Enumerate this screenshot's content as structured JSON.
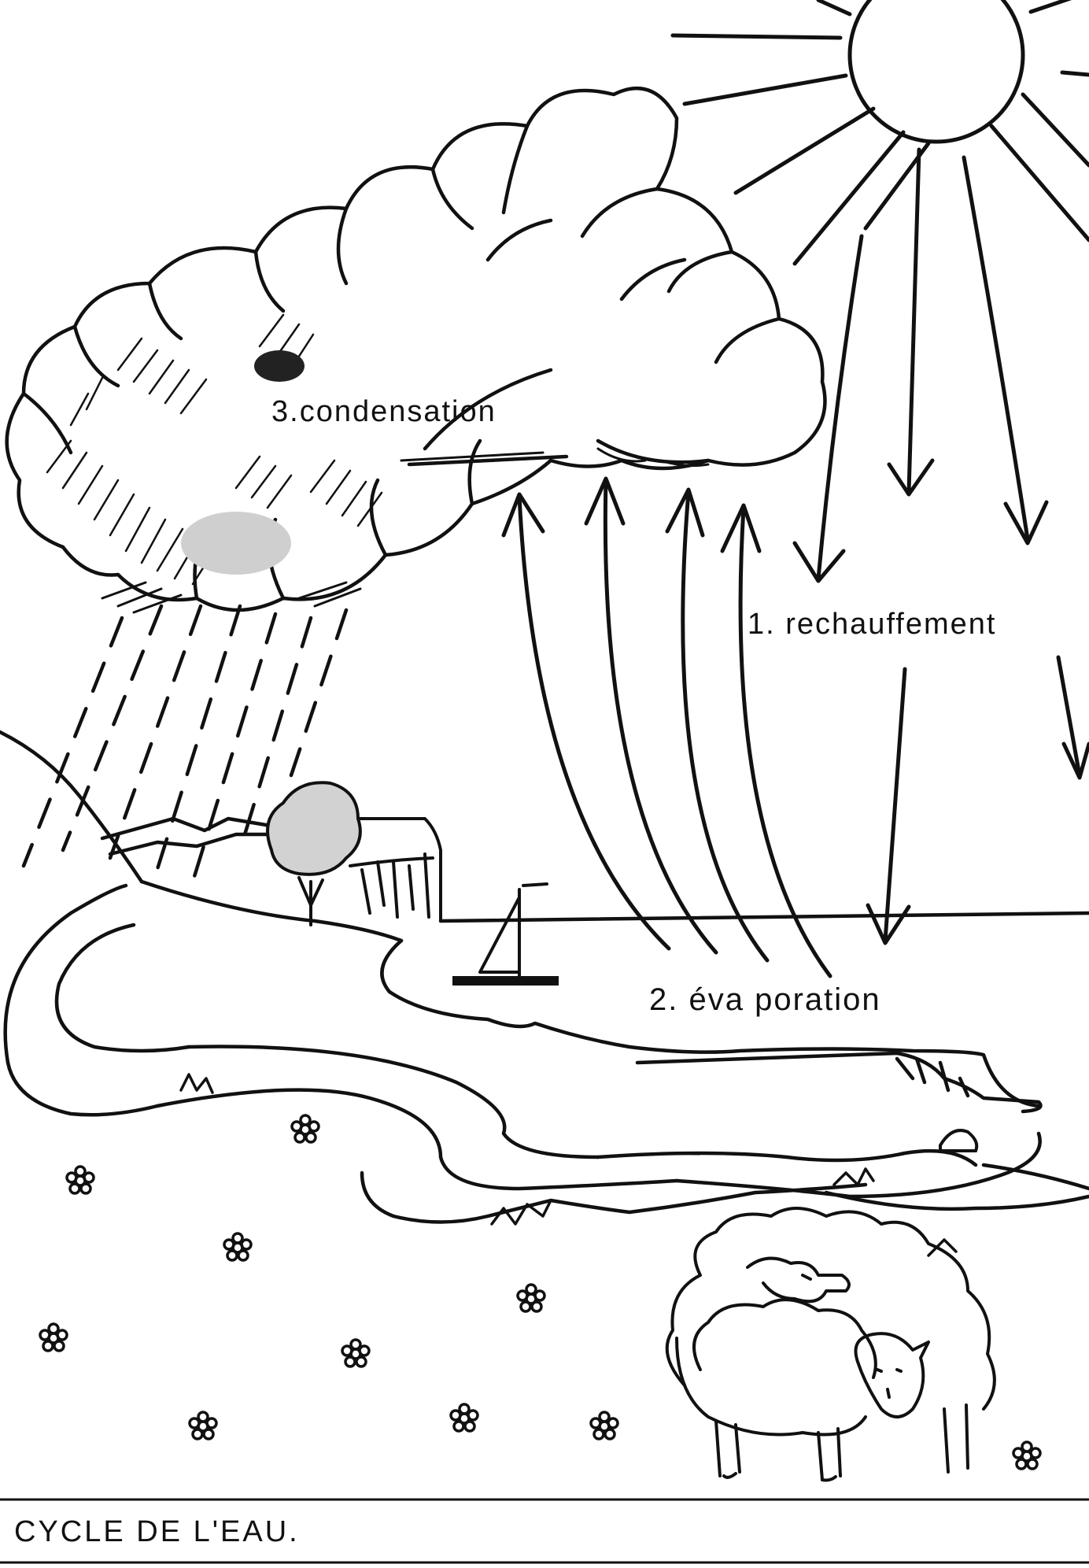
{
  "diagram": {
    "labels": {
      "warming": "1. rechauffement",
      "evaporation": "2. éva poration",
      "condensation": "3.condensation"
    },
    "caption": "CYCLE DE L'EAU."
  },
  "colors": {
    "ink": "#111111",
    "paper": "#ffffff",
    "shade": "#bdbdbd"
  }
}
